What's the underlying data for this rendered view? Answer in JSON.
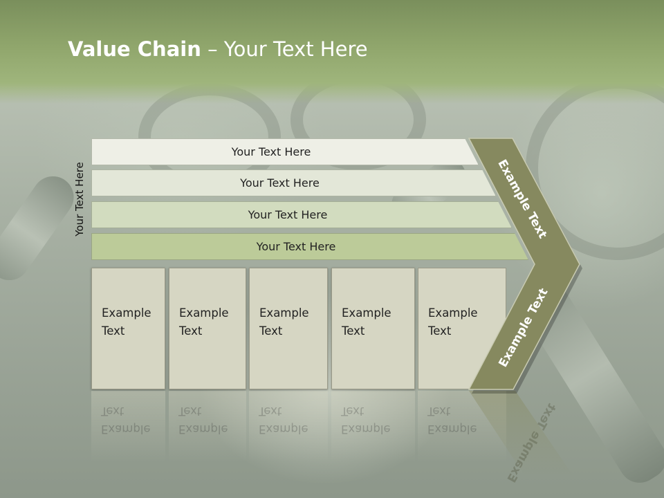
{
  "slide": {
    "title_bold": "Value Chain",
    "title_rest": " – Your Text Here",
    "vertical_label": "Your Text Here",
    "bars": [
      {
        "label": "Your Text Here",
        "color": "#eeefe6"
      },
      {
        "label": "Your Text Here",
        "color": "#e3e7d8"
      },
      {
        "label": "Your Text Here",
        "color": "#d2dcbf"
      },
      {
        "label": "Your Text Here",
        "color": "#bccb99"
      }
    ],
    "boxes": [
      {
        "line1": "Example",
        "line2": "Text"
      },
      {
        "line1": "Example",
        "line2": "Text"
      },
      {
        "line1": "Example",
        "line2": "Text"
      },
      {
        "line1": "Example",
        "line2": "Text"
      },
      {
        "line1": "Example",
        "line2": "Text"
      }
    ],
    "chevron_top_text": "Example Text",
    "chevron_bottom_text": "Example Text",
    "accent_color": "#86895f"
  }
}
